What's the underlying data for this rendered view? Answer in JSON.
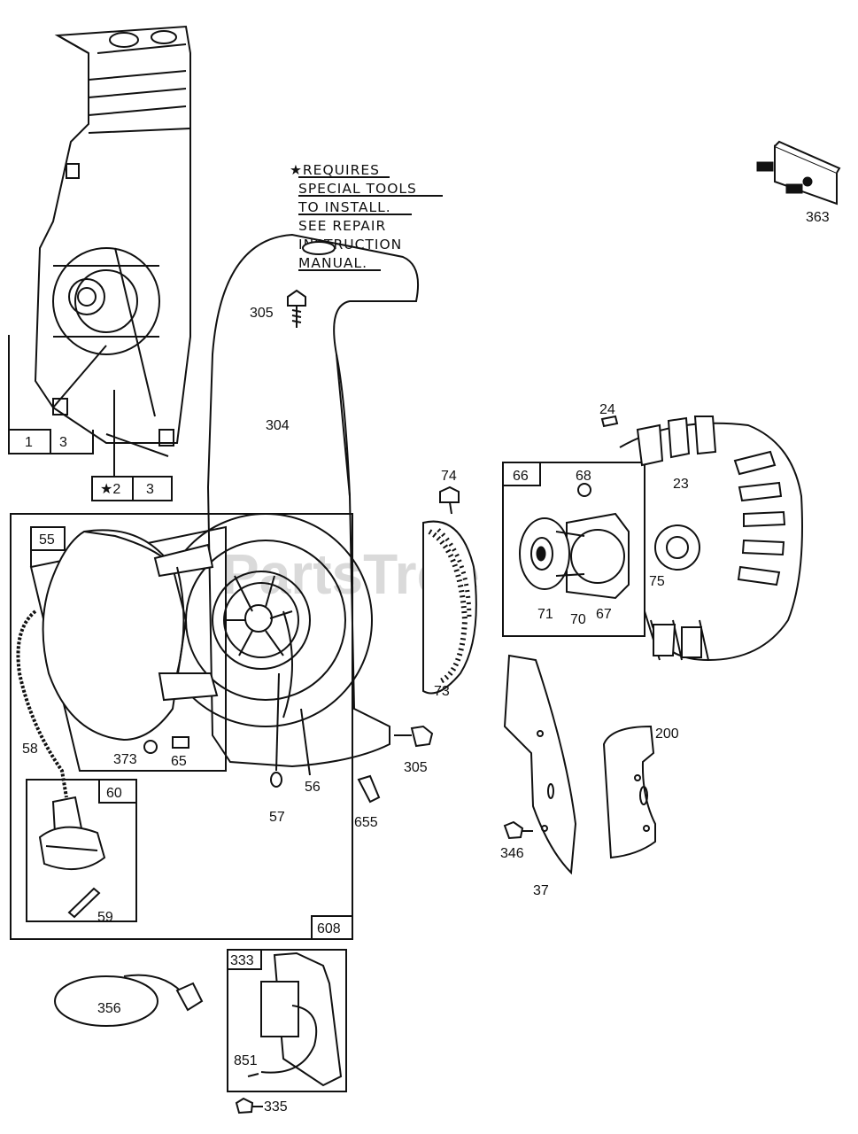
{
  "watermark": "PartsTree",
  "note": {
    "lines": [
      "★REQUIRES",
      "SPECIAL TOOLS",
      "TO INSTALL.",
      "SEE REPAIR",
      "INSTRUCTION",
      "MANUAL."
    ]
  },
  "boxes": {
    "box_1": "1",
    "box_3a": "3",
    "box_star2": "★2",
    "box_3b": "3",
    "box_55": "55",
    "box_60": "60",
    "box_608": "608",
    "box_66": "66",
    "box_333": "333"
  },
  "parts": {
    "p363": "363",
    "p305_top": "305",
    "p304": "304",
    "p24": "24",
    "p74": "74",
    "p68": "68",
    "p23": "23",
    "p75": "75",
    "p71": "71",
    "p70": "70",
    "p67": "67",
    "p73": "73",
    "p200": "200",
    "p58": "58",
    "p373": "373",
    "p65": "65",
    "p56": "56",
    "p305_bot": "305",
    "p57": "57",
    "p655": "655",
    "p346": "346",
    "p37": "37",
    "p59": "59",
    "p356": "356",
    "p851": "851",
    "p335": "335"
  }
}
